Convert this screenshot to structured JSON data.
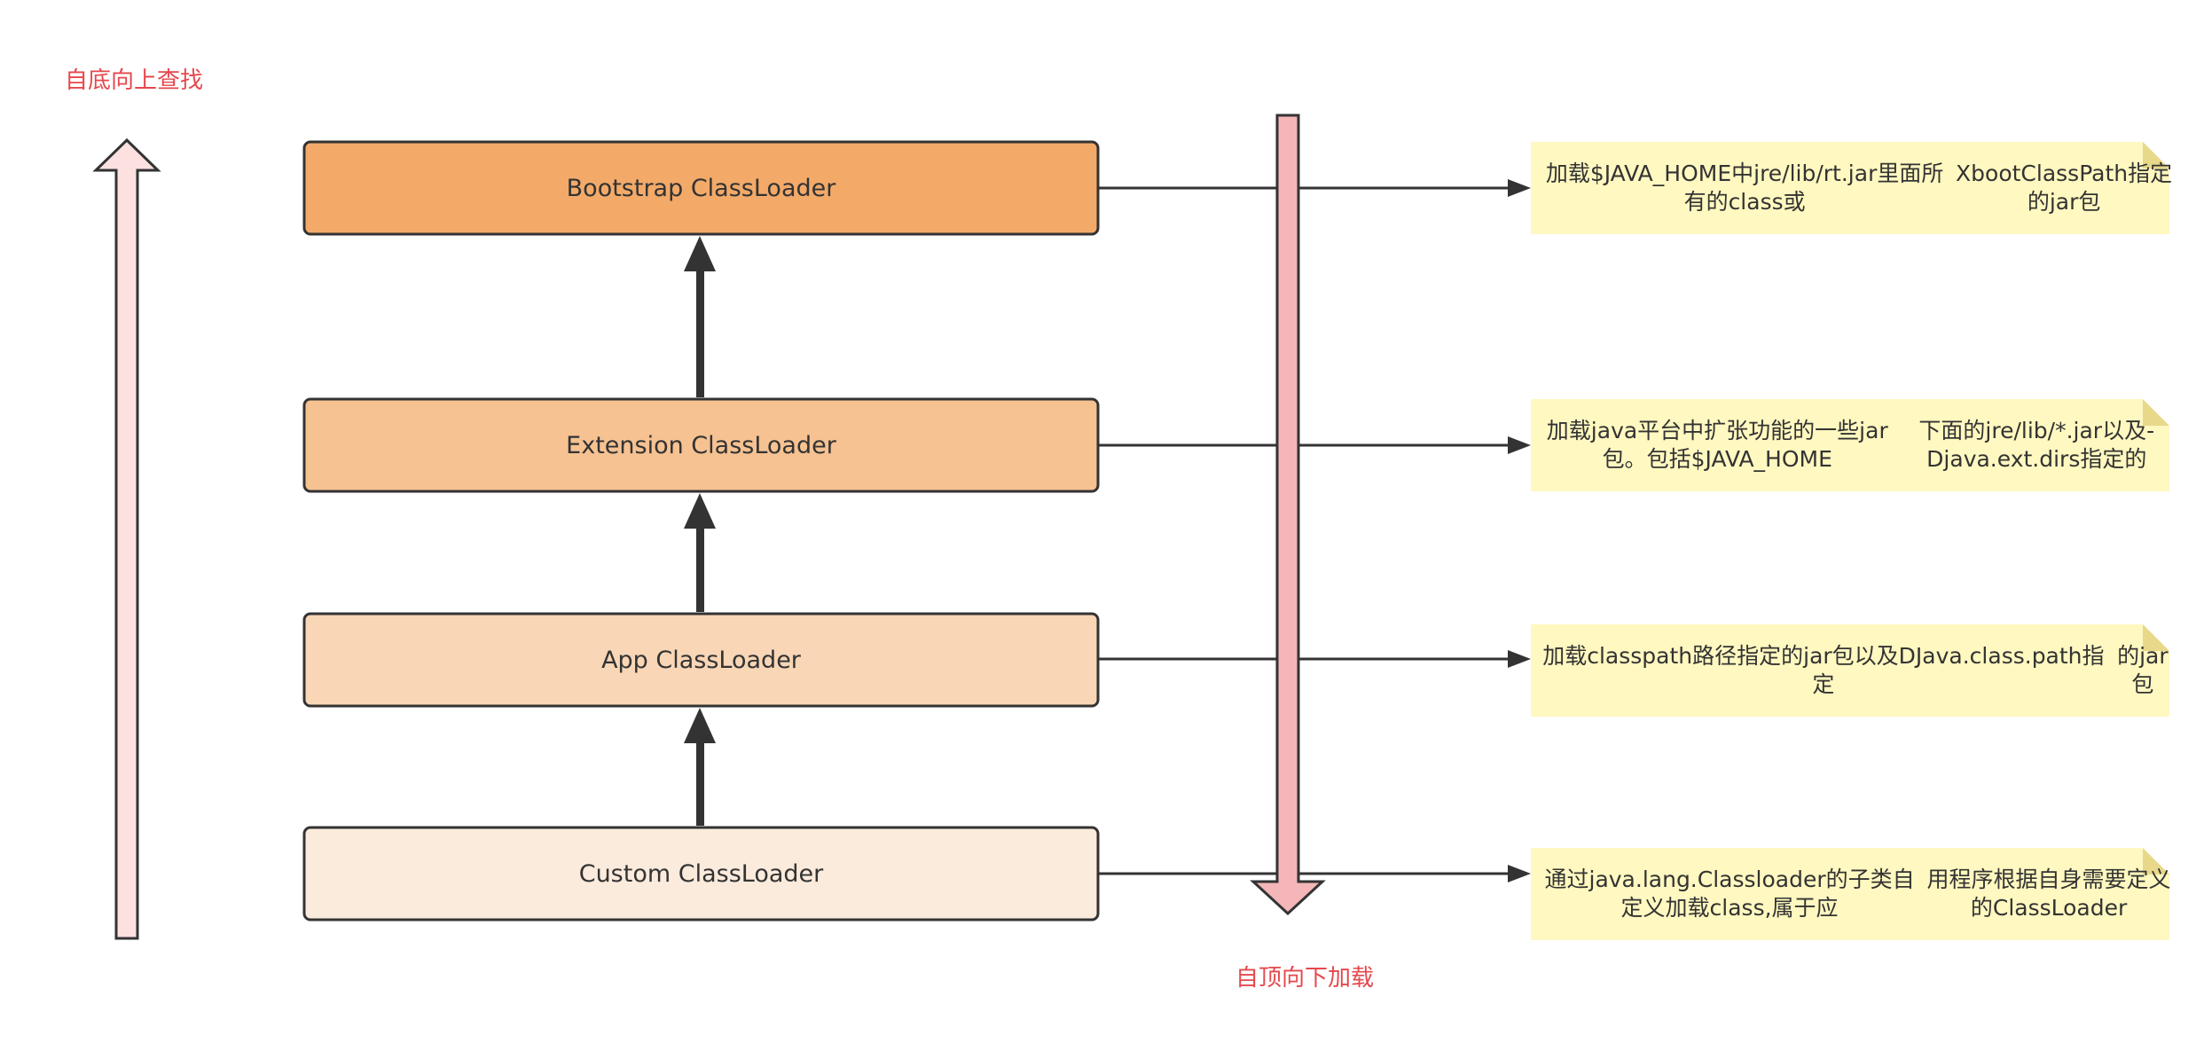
{
  "labels": {
    "bottom_up": "自底向上查找",
    "top_down": "自顶向下加载"
  },
  "loaders": [
    {
      "name": "Bootstrap ClassLoader",
      "fill": "#f3aa69"
    },
    {
      "name": "Extension ClassLoader",
      "fill": "#f6c292"
    },
    {
      "name": "App ClassLoader",
      "fill": "#f8d6b6"
    },
    {
      "name": "Custom ClassLoader",
      "fill": "#fbebdc"
    }
  ],
  "notes": [
    {
      "line1": "加载$JAVA_HOME中jre/lib/rt.jar里面所有的class或",
      "line2": "XbootClassPath指定的jar包"
    },
    {
      "line1": "加载java平台中扩张功能的一些jar包。包括$JAVA_HOME",
      "line2": "下面的jre/lib/*.jar以及-Djava.ext.dirs指定的"
    },
    {
      "line1": "加载classpath路径指定的jar包以及DJava.class.path指定",
      "line2": "的jar包"
    },
    {
      "line1": "通过java.lang.Classloader的子类自定义加载class,属于应",
      "line2": "用程序根据自身需要定义的ClassLoader"
    }
  ],
  "colors": {
    "note_fill": "#fff8c0",
    "note_fold": "#e8d88a",
    "label_red": "#e5484d",
    "up_arrow_fill": "#fde0e0",
    "down_arrow_fill": "#f4b6b8",
    "stroke": "#333333"
  }
}
